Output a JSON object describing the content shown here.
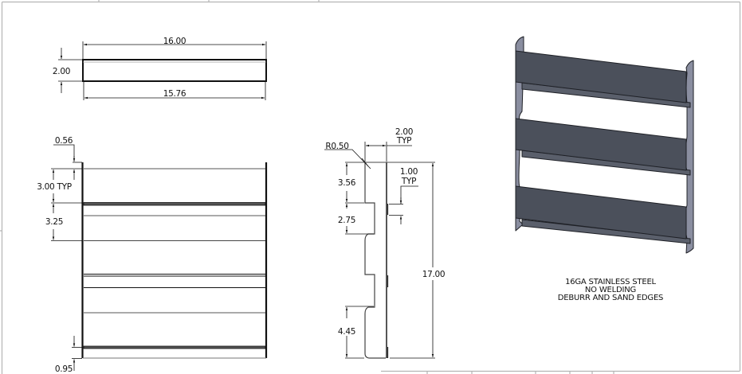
{
  "drawing": {
    "top_view": {
      "overall_width": "16.00",
      "height": "2.00",
      "inner_width": "15.76"
    },
    "front_view": {
      "flange_offset": "0.56",
      "shelf_height_typ": "3.00 TYP",
      "shelf_spacing": "3.25",
      "bottom_offset": "0.95"
    },
    "side_view": {
      "bend_radius": "R0.50",
      "depth_typ_value": "2.00",
      "depth_typ_suffix": "TYP",
      "slot_typ_value": "1.00",
      "slot_typ_suffix": "TYP",
      "top_to_notch": "3.56",
      "notch_height": "2.75",
      "bottom_to_notch": "4.45",
      "overall_height": "17.00"
    },
    "iso_view": {
      "shelf_count": 3,
      "shelf_face_color": "#4b505b",
      "side_panel_color": "#8a8ea0",
      "edge_color": "#1e2026"
    },
    "notes": [
      "16GA STAINLESS STEEL",
      "NO WELDING",
      "DEBURR AND SAND EDGES"
    ]
  },
  "frame": {
    "border_color": "#b4b4b4",
    "line_color": "#111111"
  }
}
